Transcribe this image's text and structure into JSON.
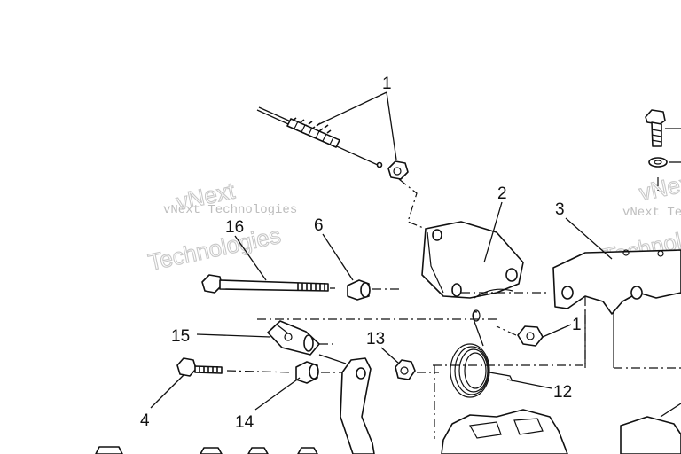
{
  "callouts": {
    "c1_top": "1",
    "c1_nut": "1",
    "c2": "2",
    "c3": "3",
    "c4": "4",
    "c6": "6",
    "c12": "12",
    "c13": "13",
    "c14": "14",
    "c15": "15",
    "c16": "16"
  },
  "watermark": {
    "small_text": "vNext Technologies",
    "big_word_1": "vNext",
    "big_word_2": "Technologies"
  }
}
